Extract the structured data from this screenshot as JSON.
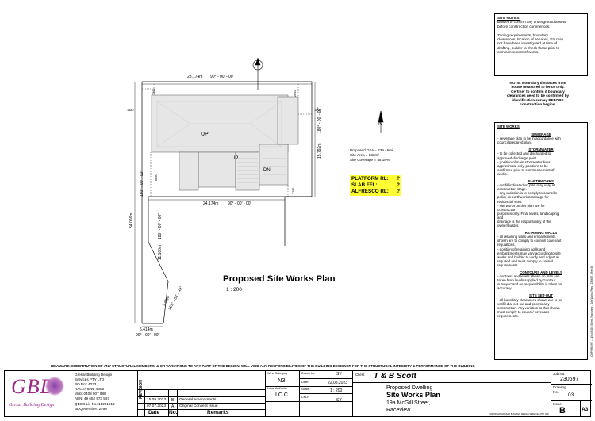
{
  "site_notes": {
    "title": "SITE NOTES:",
    "lines": [
      "Builder to confirm any underground assets",
      "before construction commences.",
      "",
      "Zoning requirements, boundary",
      "clearances, location of services, Etc may",
      "not have been investigated at time of",
      "drafting, builder to check these prior to",
      "commencement of works."
    ]
  },
  "boundary_note": [
    "NOTE: Boundary distances from",
    "house measured to fence only.",
    "Certifier to confirm if boundary",
    "clearances need to be confirmed by",
    "identification survey BEFORE",
    "construction begins."
  ],
  "plan": {
    "north_label": "N",
    "dim_top": "28.174m",
    "bearing_top": "90° - 00' - 00\"",
    "dim_1480": "1480",
    "dim_1500": "1500",
    "dim_2892": "2892",
    "dim_1800": "1800",
    "dim_6890": "6890",
    "dim_2292": "2292",
    "dim_right": "15.792m",
    "bearing_right": "180° - 00' - 00\"",
    "dim_mid": "24.174m",
    "bearing_mid": "90° - 00' - 00\"",
    "dim_left": "34.066m",
    "bearing_left": "180° - 00' - 00\"",
    "dim_lower": "11.100m",
    "bearing_lower": "180° - 00' - 00\"",
    "dim_diag": "7.80m",
    "bearing_diag": "161° - 33' - 49\"",
    "dim_bottom": "6.414m",
    "bearing_bottom": "90° - 00' - 00\"",
    "room_up1": "UP",
    "room_up2": "UP",
    "room_dn": "DN",
    "stats": [
      "Proposed GFA = 239.46m²",
      "Site Area = 533m²",
      "Site Coverage = 45.18%"
    ],
    "levels": [
      {
        "label": "PLATFORM RL:",
        "value": "?"
      },
      {
        "label": "SLAB FFL:",
        "value": "?"
      },
      {
        "label": "ALFRESCO RL:",
        "value": "?"
      }
    ],
    "title": "Proposed Site Works Plan",
    "scale": "1 : 200"
  },
  "site_works": {
    "title": "SITE WORKS",
    "sections": [
      {
        "head": "SEWERAGE",
        "lines": [
          "- sewerage plan to be in accordance with",
          "council prepared plan."
        ]
      },
      {
        "head": "STORMWATER",
        "lines": [
          "- to be collected and discharged to",
          "approved discharge point.",
          "- position of main stormwater lines",
          "approximate only, positions to be",
          "confirmed prior to commencement of",
          "works."
        ]
      },
      {
        "head": "EARTHWORKS",
        "lines": [
          "- cut/fill indicated on plan may vary at",
          "construction stage.",
          "- any variation is to comply to council's",
          "policy on earthworks/drainage for",
          "residential sites.",
          "- site works on this plan are for",
          "construction",
          "purposes only. Final levels, landscaping",
          "and",
          "drainage is the responsibility of the",
          "owner/builder."
        ]
      },
      {
        "head": "RETAINING WALLS",
        "lines": [
          "- all retaining walls and embankments",
          "shown are to comply to council/ covenant",
          "regulations.",
          "- position of retaining walls and",
          "embankments may vary according to site",
          "works and builder to verify and adjust as",
          "required and must comply to council",
          "requirements."
        ]
      },
      {
        "head": "CONTOURS AND LEVELS",
        "lines": [
          "- contours and levels shown on plan are",
          "taken from levels supplied by 'contour",
          "surveyor' and no responsibility is taken for",
          "accuracy."
        ]
      },
      {
        "head": "SITE SET-OUT",
        "lines": [
          "- all boundary clearances shown are to be",
          "verified at set-out and prior to any",
          "construction. Any variation to that shown",
          "must comply to council/ covenant",
          "requirements."
        ]
      }
    ]
  },
  "side_text": "COPYRIGHT ... 19a McGill Street, Raceview - Site Works Plan - 230697 - Rev B",
  "disclaimer": "BE AWARE: SUBSTITUTION OF ANY STRUCTURAL MEMBERS, & OR VARIATIONS TO ANY PART OF THE DESIGN, WILL VOID ANY RESPONSIBILITIES OF THE BUILDING DESIGNER FOR THE STRUCTURAL INTEGRITY & PERFORMANCE OF THE BUILDING",
  "title_block": {
    "logo_text": "GBD",
    "logo_sub": "Gresar Building Design",
    "company": [
      "Gresar Building Design",
      "Services PTY LTD",
      "PO Box 4233,",
      "RACEVIEW, 4305",
      "Mob: 0408 507 986",
      "ABN: 49 652 973 587",
      "QBCC Lic No: 15281813",
      "BDQ Member: 2490"
    ],
    "revisions": [
      {
        "date": "15.09.2023",
        "rev": "B",
        "remark": "General Amendments"
      },
      {
        "date": "07.07.2023",
        "rev": "A",
        "remark": "Original Concept Issue"
      }
    ],
    "rev_headers": {
      "date": "Date",
      "no": "No.",
      "remarks": "Remarks"
    },
    "revision_label": "REVISION",
    "wind_label": "Wind Category",
    "wind_value": "N3",
    "authority_label": "Local Authority",
    "authority_value": "I.C.C.",
    "drawn_label": "Drawn by:",
    "drawn_value": "SY",
    "date_label": "Date:",
    "date_value": "22.08.2023",
    "scale_label": "Scale:",
    "scale_value": "1 : 200",
    "chk_label": "CKD:",
    "chk_value": "SY",
    "client_label": "Client",
    "client_name": "T & B Scott",
    "project_line": "Proposed Dwelling",
    "sheet_title": "Site Works Plan",
    "address1": "19a McGill Street,",
    "address2": "Raceview",
    "job_label": "Job No.",
    "job_value": "230697",
    "drawing_label": "Drawing",
    "drawing_no_label": "No.",
    "drawing_value": "03",
    "issue_label": "Issue",
    "issue_value": "B",
    "size_value": "A3"
  }
}
